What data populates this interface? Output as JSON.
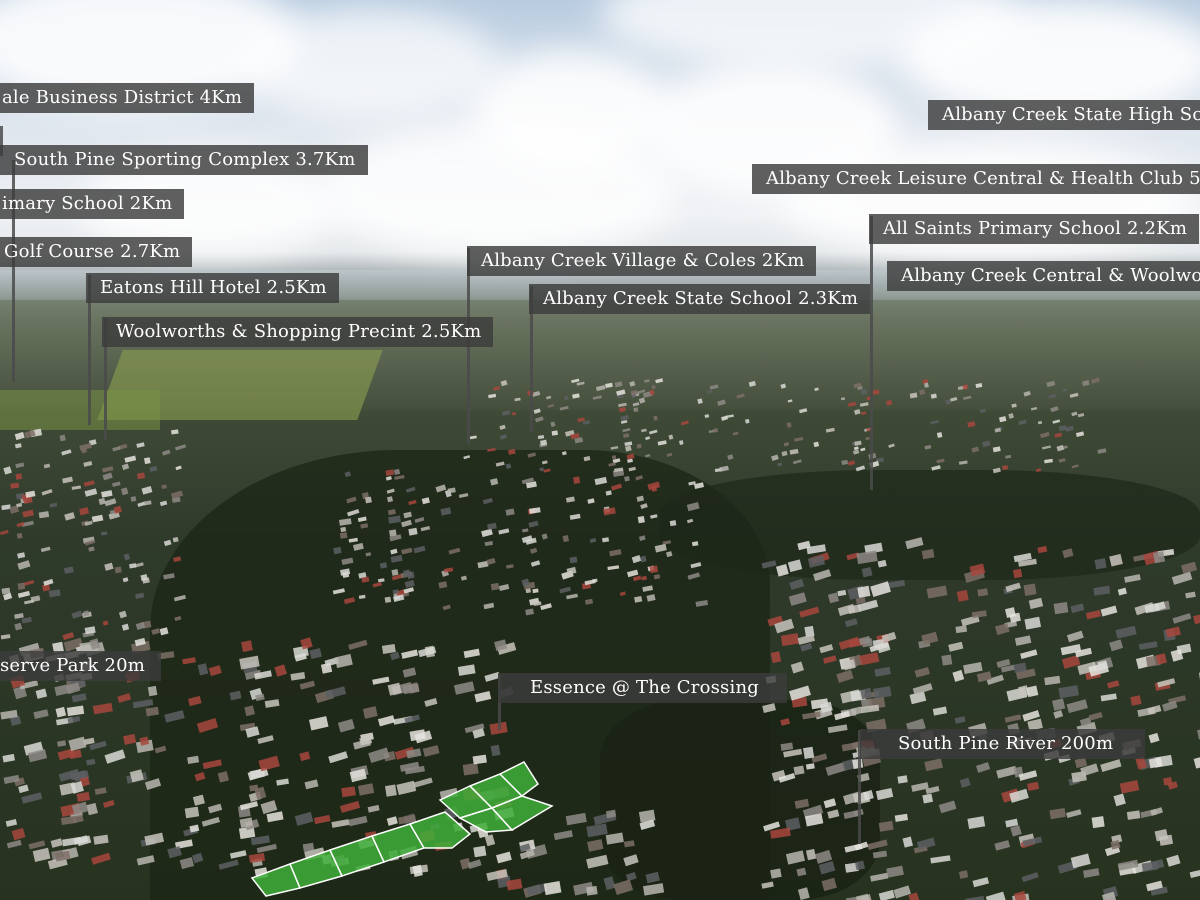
{
  "labels": {
    "business_district": "ale Business District 4Km",
    "sporting_complex": "South Pine Sporting Complex 3.7Km",
    "primary_school": "imary School 2Km",
    "golf_course": "Golf Course 2.7Km",
    "eatons_hill": "Eatons Hill Hotel 2.5Km",
    "woolworths_precinct": "Woolworths & Shopping Precint 2.5Km",
    "village_coles": "Albany Creek Village & Coles 2Km",
    "state_school": "Albany Creek State School 2.3Km",
    "high_school": "Albany Creek State High Sch",
    "leisure_central": "Albany Creek Leisure Central & Health Club 5K",
    "all_saints": "All Saints Primary School 2.2Km",
    "central_woolworths": "Albany Creek Central & Woolworth",
    "reserve_park": "serve Park 20m",
    "essence": "Essence @ The Crossing",
    "south_pine_river": "South Pine River 200m"
  },
  "colors": {
    "label_background": "#3c3c3c",
    "label_text": "#ffffff",
    "lot_highlight": "#3fae3a",
    "lot_outline": "#ffffff"
  }
}
